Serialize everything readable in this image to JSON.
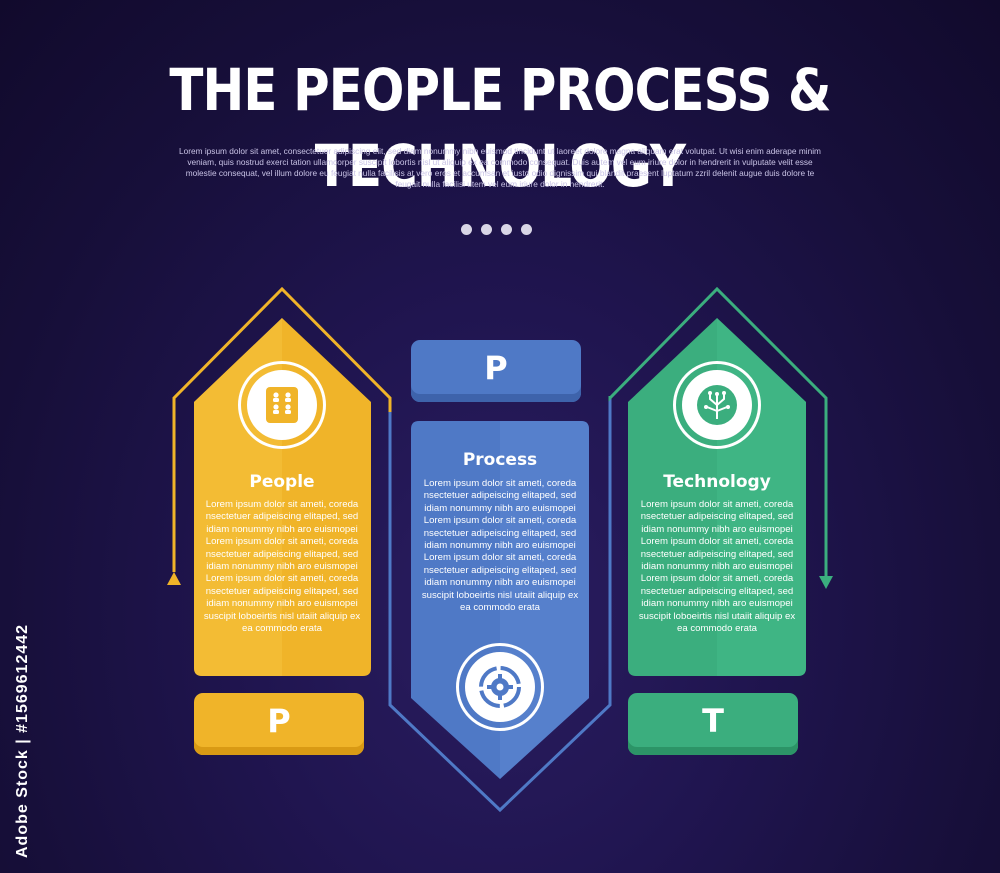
{
  "header": {
    "title": "THE PEOPLE PROCESS & TECHNOLOGY",
    "subtitle": "Lorem ipsum dolor sit amet, consectetuer adipiscing elit, sed diam nonummy nibh euismod tincidunt ut laoreet dolore magna aliquam erat volutpat. Ut wisi enim aderape minim veniam, quis nostrud exerci tation ullamcorper suscipit lobortis nisl ut aliquip ex ea commodo consequat. Duis autem vel eum iriure dolor in hendrerit in vulputate velit esse molestie consequat, vel illum dolore eu feugiat nulla facilisis at vero eros et accumsan et iusto odio dignissim qui blandit praesent luptatum zzril delenit augue duis dolore te feugait nulla facilisi utem vel eum iriure dolor in hendrerit."
  },
  "colors": {
    "people": "#f0b429",
    "process": "#4f79c6",
    "technology": "#3bae7e",
    "background": "#1c1348"
  },
  "cards": [
    {
      "key": "people",
      "title": "People",
      "letter": "P",
      "icon": "building-people-icon",
      "body": "Lorem ipsum dolor sit ameti, coreda nsectetuer adipeiscing elitaped, sed idiam nonummy nibh aro euismopei Lorem ipsum dolor sit ameti, coreda nsectetuer adipeiscing elitaped, sed idiam nonummy nibh aro euismopei Lorem ipsum dolor sit ameti, coreda nsectetuer adipeiscing elitaped, sed idiam nonummy nibh aro euismopei suscipit loboeirtis nisl utaiit aliquip ex ea commodo erata"
    },
    {
      "key": "process",
      "title": "Process",
      "letter": "P",
      "icon": "gear-cycle-icon",
      "body": "Lorem ipsum dolor sit ameti, coreda nsectetuer adipeiscing elitaped, sed idiam nonummy nibh aro euismopei Lorem ipsum dolor sit ameti, coreda nsectetuer adipeiscing elitaped, sed idiam nonummy nibh aro euismopei Lorem ipsum dolor sit ameti, coreda nsectetuer adipeiscing elitaped, sed idiam nonummy nibh aro euismopei suscipit loboeirtis nisl utaiit aliquip ex ea commodo erata"
    },
    {
      "key": "technology",
      "title": "Technology",
      "letter": "T",
      "icon": "circuit-tree-icon",
      "body": "Lorem ipsum dolor sit ameti, coreda nsectetuer adipeiscing elitaped, sed idiam nonummy nibh aro euismopei Lorem ipsum dolor sit ameti, coreda nsectetuer adipeiscing elitaped, sed idiam nonummy nibh aro euismopei Lorem ipsum dolor sit ameti, coreda nsectetuer adipeiscing elitaped, sed idiam nonummy nibh aro euismopei suscipit loboeirtis nisl utaiit aliquip ex ea commodo erata"
    }
  ],
  "watermark": "Adobe Stock | #1569612442"
}
